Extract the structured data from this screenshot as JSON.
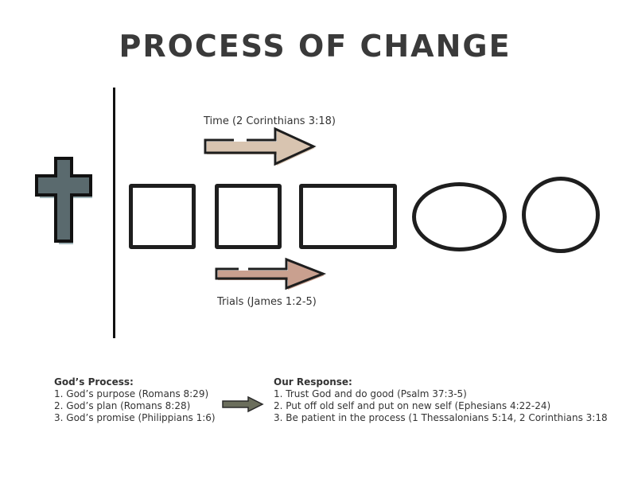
{
  "title": "PROCESS OF CHANGE",
  "arrows": {
    "time_label": "Time (2 Corinthians 3:18)",
    "trials_label": "Trials (James 1:2-5)",
    "time_color": "#d8c4b0",
    "trials_color": "#c9a08f"
  },
  "shapes": [
    "square",
    "square",
    "rectangle",
    "oval",
    "circle"
  ],
  "gods_process": {
    "heading": "God’s Process:",
    "items": [
      "1. God’s purpose (Romans 8:29)",
      "2. God’s plan (Romans 8:28)",
      "3. God’s promise (Philippians 1:6)"
    ]
  },
  "our_response": {
    "heading": "Our Response:",
    "items": [
      "1. Trust God and do good (Psalm 37:3-5)",
      "2. Put off old self and put on new self (Ephesians 4:22-24)",
      "3. Be patient in the process (1 Thessalonians 5:14, 2 Corinthians 3:18"
    ]
  },
  "colors": {
    "cross_fill": "#5a6a6e",
    "cross_shadow": "#9fb2b6",
    "connector_arrow": "#6b6e5c"
  }
}
